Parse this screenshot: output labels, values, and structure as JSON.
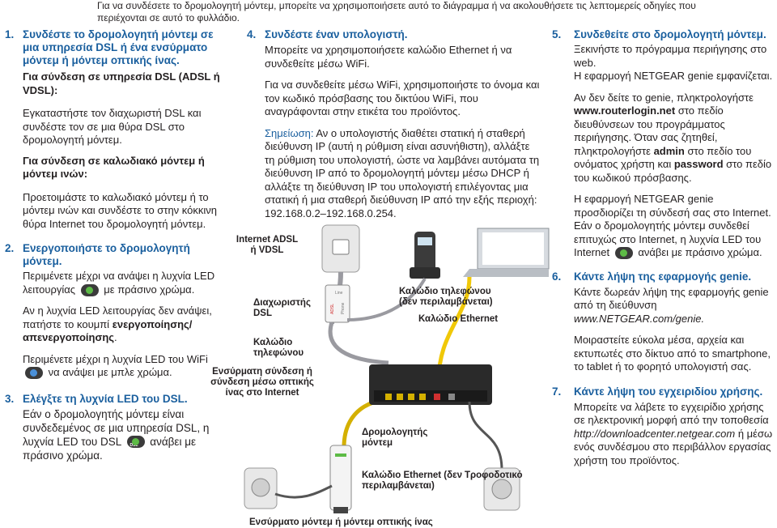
{
  "intro": "Για να συνδέσετε το δρομολογητή μόντεμ, μπορείτε να χρησιμοποιήσετε αυτό το διάγραμμα ή να ακολουθήσετε τις λεπτομερείς οδηγίες που περιέχονται σε αυτό το φυλλάδιο.",
  "col1": {
    "s1_num": "1.",
    "s1_title": "Συνδέστε το δρομολογητή μόντεμ σε μια υπηρεσία DSL ή ένα ενσύρματο μόντεμ ή μόντεμ οπτικής ίνας.",
    "s1_sub1": "Για σύνδεση σε υπηρεσία DSL (ADSL ή VDSL):",
    "s1_text1": "Εγκαταστήστε τον διαχωριστή DSL και συνδέστε τον σε μια θύρα DSL στο δρομολογητή μόντεμ.",
    "s1_sub2": "Για σύνδεση σε καλωδιακό μόντεμ ή μόντεμ ινών:",
    "s1_text2": "Προετοιμάστε το καλωδιακό μόντεμ ή το μόντεμ ινών και συνδέστε το στην κόκκινη θύρα Internet του δρομολογητή μόντεμ.",
    "s2_num": "2.",
    "s2_title": "Ενεργοποιήστε το δρομολογητή μόντεμ.",
    "s2_text1a": "Περιμένετε μέχρι να ανάψει η λυχνία LED λειτουργίας",
    "s2_text1b": "με πράσινο χρώμα.",
    "s2_text2a": "Αν η λυχνία LED λειτουργίας δεν ανάψει, πατήστε το κουμπί",
    "s2_text2b": "ενεργοποίησης/απενεργοποίησης",
    "s2_text3a": "Περιμένετε μέχρι η λυχνία LED του WiFi",
    "s2_text3b": "να ανάψει με μπλε χρώμα.",
    "s3_num": "3.",
    "s3_title": "Ελέγξτε τη λυχνία LED του DSL.",
    "s3_text_a": "Εάν ο δρομολογητής μόντεμ είναι συνδεδεμένος σε μια υπηρεσία DSL, η λυχνία LED του DSL",
    "s3_led": "DSL",
    "s3_text_b": "ανάβει με πράσινο χρώμα."
  },
  "col2": {
    "s4_num": "4.",
    "s4_title": "Συνδέστε έναν υπολογιστή.",
    "s4_text1": "Μπορείτε να χρησιμοποιήσετε καλώδιο Ethernet ή να συνδεθείτε μέσω WiFi.",
    "s4_text2": "Για να συνδεθείτε μέσω WiFi, χρησιμοποιήστε το όνομα και τον κωδικό πρόσβασης του δικτύου WiFi, που αναγράφονται στην ετικέτα του προϊόντος.",
    "s4_note": "Σημείωση:",
    "s4_text3": "Αν ο υπολογιστής διαθέτει στατική ή σταθερή διεύθυνση IP (αυτή η ρύθμιση είναι ασυνήθιστη), αλλάξτε τη ρύθμιση του υπολογιστή, ώστε να λαμβάνει αυτόματα τη διεύθυνση IP από το δρομολογητή μόντεμ μέσω DHCP ή αλλάξτε τη διεύθυνση IP του υπολογιστή επιλέγοντας μια στατική ή μια σταθερή διεύθυνση IP από την εξής περιοχή: 192.168.0.2–192.168.0.254."
  },
  "col3": {
    "s5_num": "5.",
    "s5_title": "Συνδεθείτε στο δρομολογητή μόντεμ.",
    "s5_text1": "Ξεκινήστε το πρόγραμμα περιήγησης στο web.",
    "s5_text2": "Η εφαρμογή NETGEAR genie εμφανίζεται.",
    "s5_text3a": "Αν δεν δείτε το genie, πληκτρολογήστε",
    "s5_url": "www.routerlogin.net",
    "s5_text3b": "στο πεδίο διευθύνσεων του προγράμματος περιήγησης. Όταν σας ζητηθεί, πληκτρολογήστε",
    "s5_admin": "admin",
    "s5_text3c": "στο πεδίο του ονόματος χρήστη και",
    "s5_password": "password",
    "s5_text3d": "στο πεδίο του κωδικού πρόσβασης.",
    "s5_text4a": "Η εφαρμογή NETGEAR genie προσδιορίζει τη σύνδεσή σας στο Internet. Εάν ο δρομολογητής μόντεμ συνδεθεί επιτυχώς στο Internet, η λυχνία LED του Internet",
    "s5_text4b": "ανάβει με πράσινο χρώμα.",
    "s6_num": "6.",
    "s6_title": "Κάντε λήψη της εφαρμογής genie.",
    "s6_text1": "Κάντε δωρεάν λήψη της εφαρμογής genie από τη διεύθυνση",
    "s6_url": "www.NETGEAR.com/genie.",
    "s6_text2": "Μοιραστείτε εύκολα μέσα, αρχεία και εκτυπωτές στο δίκτυο από το smartphone, το tablet ή το φορητό υπολογιστή σας.",
    "s7_num": "7.",
    "s7_title": "Κάντε λήψη του εγχειριδίου χρήσης.",
    "s7_text1": "Μπορείτε να λάβετε το εγχειρίδιο χρήσης σε ηλεκτρονική μορφή από την τοποθεσία",
    "s7_url": "http://downloadcenter.netgear.com",
    "s7_text2": "ή μέσω ενός συνδέσμου στο περιβάλλον εργασίας χρήστη του προϊόντος."
  },
  "diagram": {
    "internet_adsl": "Internet ADSL ή VDSL",
    "splitter": "Διαχωριστής DSL",
    "phone_cable": "Καλώδιο τηλεφώνου",
    "wired_conn": "Ενσύρματη σύνδεση ή σύνδεση μέσω οπτικής ίνας στο Internet",
    "phone_cable_incl": "Καλώδιο τηλεφώνου (δεν περιλαμβάνεται)",
    "ethernet_cable": "Καλώδιο Ethernet",
    "router_modem": "Δρομολογητής μόντεμ",
    "ethernet_not_incl": "Καλώδιο Ethernet (δεν περιλαμβάνεται)",
    "power_supply": "Τροφοδοτικό",
    "fiber_modem": "Ενσύρματο μόντεμ ή μόντεμ οπτικής ίνας",
    "splitter_line": "Line",
    "splitter_phone": "Phone",
    "splitter_adsl": "ADSL"
  }
}
